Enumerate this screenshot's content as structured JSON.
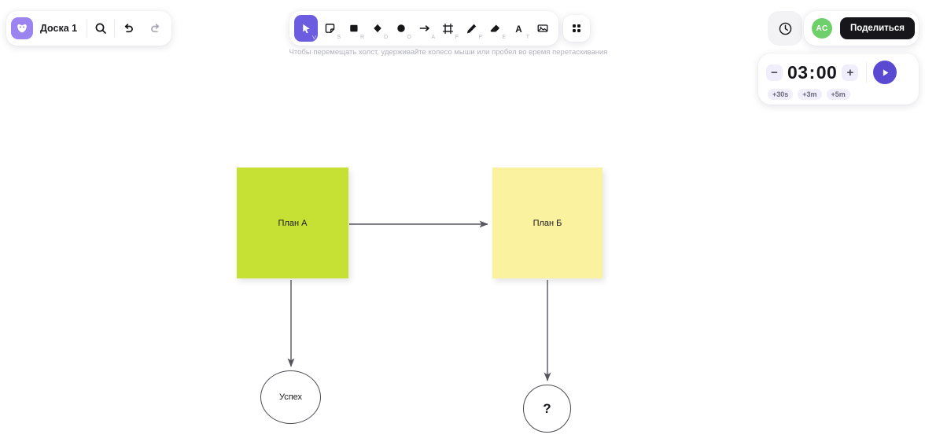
{
  "board": {
    "logo_icon": "board-logo-icon",
    "title": "Доска 1",
    "search_icon": "search-icon",
    "undo_icon": "undo-icon",
    "redo_icon": "redo-icon"
  },
  "toolbar": {
    "tools": [
      {
        "name": "select-tool",
        "icon": "cursor-icon",
        "shortcut": "V",
        "active": true
      },
      {
        "name": "sticky-tool",
        "icon": "sticky-note-icon",
        "shortcut": "S",
        "active": false
      },
      {
        "name": "rectangle-tool",
        "icon": "square-icon",
        "shortcut": "R",
        "active": false
      },
      {
        "name": "diamond-tool",
        "icon": "diamond-icon",
        "shortcut": "D",
        "active": false
      },
      {
        "name": "ellipse-tool",
        "icon": "circle-icon",
        "shortcut": "O",
        "active": false
      },
      {
        "name": "arrow-tool",
        "icon": "arrow-icon",
        "shortcut": "A",
        "active": false
      },
      {
        "name": "frame-tool",
        "icon": "frame-icon",
        "shortcut": "F",
        "active": false
      },
      {
        "name": "pen-tool",
        "icon": "pencil-icon",
        "shortcut": "P",
        "active": false
      },
      {
        "name": "eraser-tool",
        "icon": "eraser-icon",
        "shortcut": "E",
        "active": false
      },
      {
        "name": "text-tool",
        "icon": "text-icon",
        "shortcut": "T",
        "active": false
      },
      {
        "name": "image-tool",
        "icon": "image-icon",
        "shortcut": "",
        "active": false
      }
    ],
    "apps_icon": "apps-grid-icon"
  },
  "hint": "Чтобы перемещать холст, удерживайте колесо мыши или пробел во время перетаскивания",
  "topright": {
    "history_icon": "clock-history-icon",
    "avatar_initials": "AC",
    "avatar_color": "#6fcf6b",
    "share_label": "Поделиться"
  },
  "timer": {
    "decrease_label": "−",
    "increase_label": "+",
    "minutes": "03",
    "colon": ":",
    "seconds": "00",
    "play_icon": "play-icon",
    "chips": [
      "+30s",
      "+3m",
      "+5m"
    ],
    "accent": "#5a4ad1"
  },
  "canvas": {
    "notes": [
      {
        "name": "sticky-note-plan-a",
        "text": "План А",
        "color": "#c6e033"
      },
      {
        "name": "sticky-note-plan-b",
        "text": "План Б",
        "color": "#fbf2a0"
      }
    ],
    "circles": [
      {
        "name": "circle-success",
        "text": "Успех"
      },
      {
        "name": "circle-question",
        "text": "?"
      }
    ],
    "connector_color": "#55555d"
  }
}
